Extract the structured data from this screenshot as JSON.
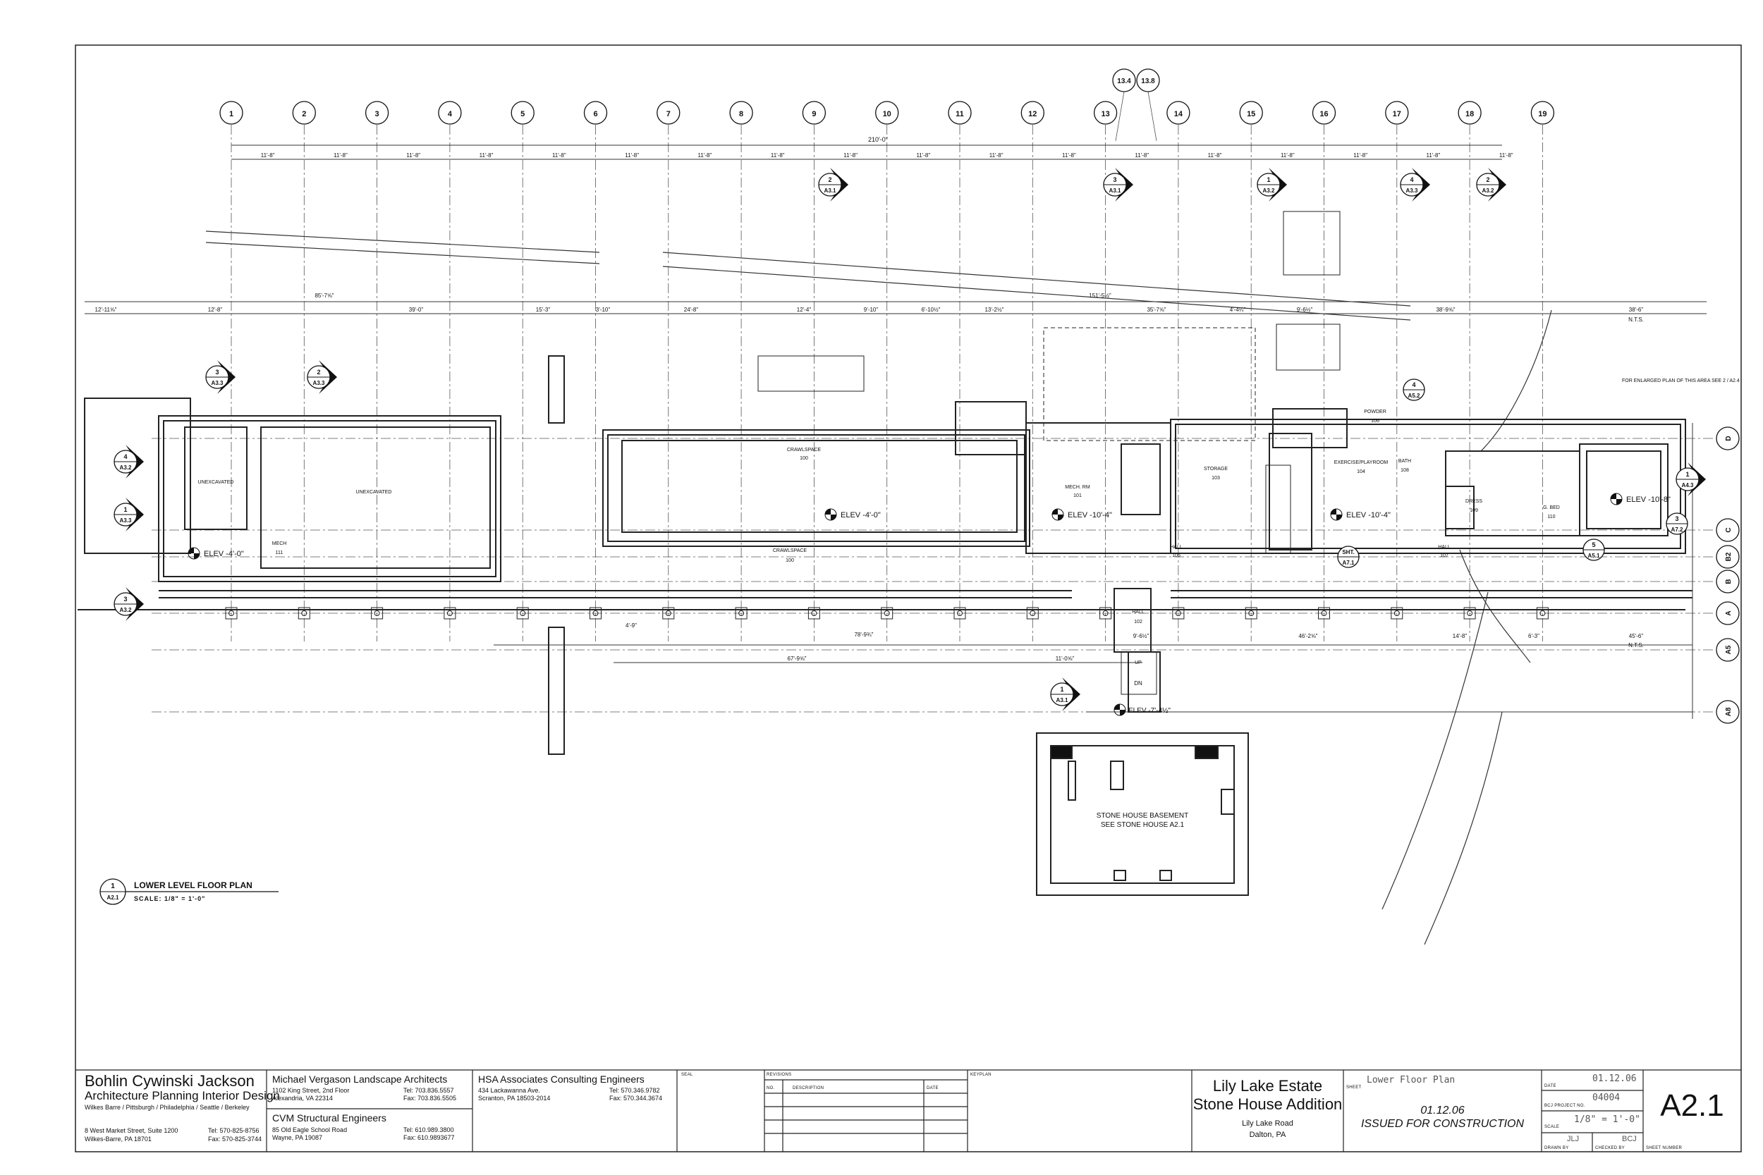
{
  "drawing": {
    "title": "LOWER LEVEL FLOOR PLAN",
    "scale": "SCALE: 1/8\" = 1'-0\"",
    "title_tag": {
      "number": "1",
      "sheet": "A2.1"
    },
    "grid_columns": [
      "1",
      "2",
      "3",
      "4",
      "5",
      "6",
      "7",
      "8",
      "9",
      "10",
      "11",
      "12",
      "13",
      "14",
      "15",
      "16",
      "17",
      "18",
      "19"
    ],
    "grid_columns_extra": [
      "13.4",
      "13.8"
    ],
    "grid_rows": [
      "D",
      "C",
      "B2",
      "B",
      "A",
      "A5",
      "A8"
    ],
    "overall_dimension": "210'-0\"",
    "bay_dimension": "11'-8\"",
    "dimensions_upper": [
      "12'-11⅝\"",
      "12'-8\"",
      "85'-7⅝\"",
      "39'-0\"",
      "15'-3\"",
      "3'-10\"",
      "24'-8\"",
      "12'-4\"",
      "9'-10\"",
      "6'-10½\"",
      "13'-2½\"",
      "151'-5½\"",
      "35'-7⅝\"",
      "4'-4¼\"",
      "9'-6½\"",
      "38'-9⅝\"",
      "38'-6\"",
      "N.T.S."
    ],
    "dimensions_lower": [
      "4'-9\"",
      "78'-9¾\"",
      "67'-9⅝\"",
      "11'-0⅝\"",
      "9'-6½\"",
      "46'-2⅝\"",
      "14'-8\"",
      "6'-3\"",
      "45'-6\"",
      "N.T.S."
    ],
    "rooms": [
      {
        "name": "UNEXCAVATED"
      },
      {
        "name": "UNEXCAVATED"
      },
      {
        "name": "CRAWLSPACE",
        "number": "100"
      },
      {
        "name": "CRAWLSPACE",
        "number": "100"
      },
      {
        "name": "MECH. RM",
        "number": "101"
      },
      {
        "name": "STORAGE",
        "number": "103"
      },
      {
        "name": "HALL",
        "number": "102"
      },
      {
        "name": "HALL",
        "number": "105"
      },
      {
        "name": "EXERCISE/PLAYROOM",
        "number": "104"
      },
      {
        "name": "POWDER",
        "number": "106"
      },
      {
        "name": "BATH",
        "number": "108"
      },
      {
        "name": "DRESS",
        "number": "109"
      },
      {
        "name": "HALL",
        "number": "107"
      },
      {
        "name": "G. BED",
        "number": "110"
      },
      {
        "name": "MECH",
        "number": "111"
      }
    ],
    "elevations": [
      "ELEV -4'-0\"",
      "ELEV -4'-0\"",
      "ELEV -10'-4\"",
      "ELEV -10'-4\"",
      "ELEV -10'-8\"",
      "ELEV -7'-4½\""
    ],
    "section_tags": [
      {
        "num": "2",
        "sheet": "A3.1"
      },
      {
        "num": "3",
        "sheet": "A3.1"
      },
      {
        "num": "1",
        "sheet": "A3.2"
      },
      {
        "num": "4",
        "sheet": "A3.3"
      },
      {
        "num": "2",
        "sheet": "A3.2"
      },
      {
        "num": "3",
        "sheet": "A3.3"
      },
      {
        "num": "2",
        "sheet": "A3.3"
      },
      {
        "num": "4",
        "sheet": "A3.2"
      },
      {
        "num": "1",
        "sheet": "A3.3"
      },
      {
        "num": "3",
        "sheet": "A3.2"
      },
      {
        "num": "1",
        "sheet": "A3.1"
      },
      {
        "num": "1",
        "sheet": "A4.3"
      }
    ],
    "detail_tags": [
      {
        "num": "4",
        "sheet": "A5.2"
      },
      {
        "num": "3",
        "sheet": "A7.2"
      },
      {
        "num": "5",
        "sheet": "A5.1"
      },
      {
        "num": "SHT.",
        "sheet": "A7.1"
      }
    ],
    "notes": {
      "stone_house_1": "STONE HOUSE BASEMENT",
      "stone_house_2": "SEE STONE HOUSE A2.1",
      "enlarged_plan": "FOR ENLARGED PLAN OF THIS AREA SEE 2 / A2.4",
      "stair_dn": "DN",
      "stair_up": "UP"
    }
  },
  "title_block": {
    "architect": {
      "name": "Bohlin Cywinski Jackson",
      "discipline": "Architecture Planning Interior Design",
      "offices": "Wilkes Barre / Pittsburgh / Philadelphia / Seattle / Berkeley",
      "address1": "8 West Market Street, Suite 1200",
      "address2": "Wilkes-Barre, PA  18701",
      "tel": "Tel: 570-825-8756",
      "fax": "Fax: 570-825-3744"
    },
    "landscape": {
      "name": "Michael Vergason Landscape Architects",
      "address1": "1102 King Street, 2nd Floor",
      "address2": "Alexandria, VA 22314",
      "tel": "Tel: 703.836.5557",
      "fax": "Fax: 703.836.5505"
    },
    "structural": {
      "name": "CVM Structural Engineers",
      "address1": "85 Old Eagle School Road",
      "address2": "Wayne, PA 19087",
      "tel": "Tel: 610.989.3800",
      "fax": "Fax: 610.9893677"
    },
    "consulting": {
      "name": "HSA Associates Consulting Engineers",
      "address1": "434 Lackawanna Ave.",
      "address2": "Scranton, PA 18503-2014",
      "tel": "Tel: 570.346.9782",
      "fax": "Fax: 570.344.3674"
    },
    "labels": {
      "seal": "SEAL",
      "revisions": "REVISIONS",
      "no": "NO.",
      "description": "DESCRIPTION",
      "date": "DATE",
      "keyplan": "KEYPLAN",
      "sheet": "SHEET",
      "date2": "DATE",
      "project_no": "BCJ PROJECT NO.",
      "scale": "SCALE",
      "drawn_by": "DRAWN BY",
      "checked_by": "CHECKED BY",
      "sheet_number": "SHEET NUMBER"
    },
    "project": {
      "name1": "Lily Lake Estate",
      "name2": "Stone House Addition",
      "road": "Lily Lake Road",
      "city": "Dalton, PA"
    },
    "sheet_title": "Lower Floor Plan",
    "issue_date": "01.12.06",
    "issue_label": "ISSUED FOR CONSTRUCTION",
    "date_value": "01.12.06",
    "project_number": "04004",
    "scale_value": "1/8\" = 1'-0\"",
    "drawn_by_value": "JLJ",
    "checked_by_value": "BCJ",
    "sheet_number_value": "A2.1"
  }
}
